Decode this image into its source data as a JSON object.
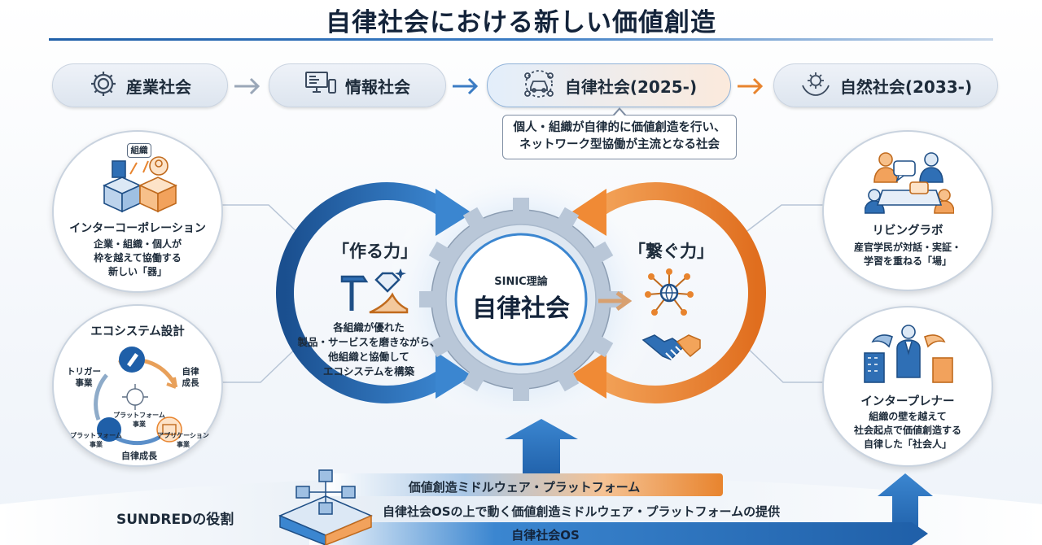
{
  "title": "自律社会における新しい価値創造",
  "stages": [
    {
      "label": "産業社会",
      "icon": "gear-icon"
    },
    {
      "label": "情報社会",
      "icon": "computer-icon"
    },
    {
      "label": "自律社会(2025-)",
      "icon": "autonomous-car-icon"
    },
    {
      "label": "自然社会(2033-)",
      "icon": "nature-hands-icon"
    }
  ],
  "callout": {
    "line1": "個人・組織が自律的に価値創造を行い、",
    "line2": "ネットワーク型協働が主流となる社会"
  },
  "left_top": {
    "badge": "組織",
    "title": "インターコーポレーション",
    "desc1": "企業・組織・個人が",
    "desc2": "枠を越えて協働する",
    "desc3": "新しい「器」"
  },
  "left_bottom": {
    "title": "エコシステム設計",
    "trigger1": "トリガー",
    "trigger2": "事業",
    "growth1": "自律",
    "growth2": "成長",
    "platform_center1": "プラットフォーム",
    "platform_center2": "事業",
    "platform1": "プラットフォーム",
    "platform2": "事業",
    "app1": "アプリケーション",
    "app2": "事業",
    "self_growth": "自律成長"
  },
  "center": {
    "left_heading": "「作る力」",
    "left_desc1": "各組織が優れた",
    "left_desc2": "製品・サービスを磨きながら、",
    "left_desc3": "他組織と協働して",
    "left_desc4": "エコシステムを構築",
    "core_small": "SINIC理論",
    "core_big": "自律社会",
    "right_heading": "「繋ぐ力」"
  },
  "right_top": {
    "title": "リビングラボ",
    "desc1": "産官学民が対話・実証・",
    "desc2": "学習を重ねる「場」"
  },
  "right_bottom": {
    "title": "インタープレナー",
    "desc1": "組織の壁を越えて",
    "desc2": "社会起点で価値創造する",
    "desc3": "自律した「社会人」"
  },
  "bottom": {
    "role": "SUNDREDの役割",
    "middleware": "価値創造ミドルウェア・プラットフォーム",
    "provide": "自律社会OSの上で動く価値創造ミドルウェア・プラットフォームの提供",
    "os": "自律社会OS"
  },
  "colors": {
    "blue": "#1f5fa8",
    "orange": "#e8842e",
    "navy": "#13233a"
  }
}
